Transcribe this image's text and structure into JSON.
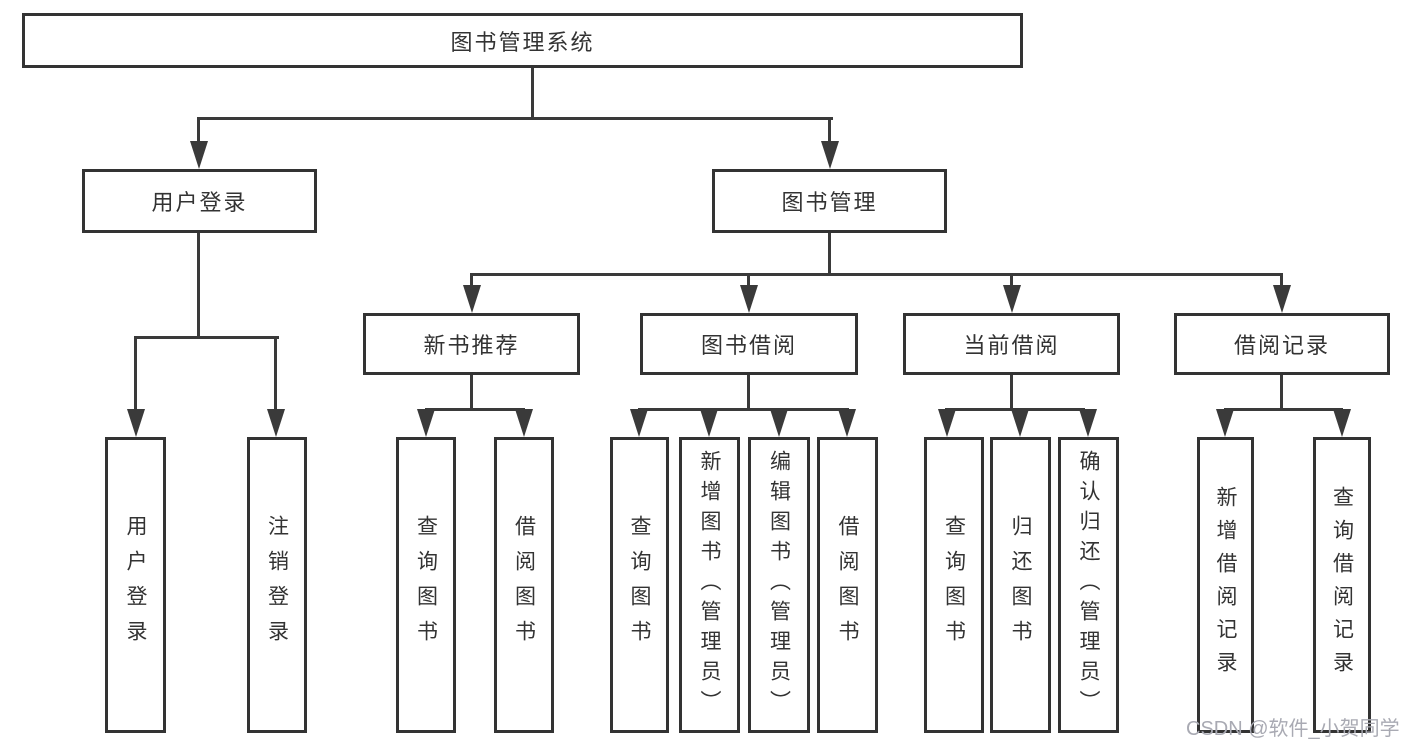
{
  "root_label": "图书管理系统",
  "level2": {
    "user_login": "用户登录",
    "book_mgmt": "图书管理"
  },
  "level3": {
    "new_books": "新书推荐",
    "borrow": "图书借阅",
    "current": "当前借阅",
    "records": "借阅记录"
  },
  "leaves": {
    "user_login": [
      "用户登录",
      "注销登录"
    ],
    "new_books": [
      "查询图书",
      "借阅图书"
    ],
    "borrow": [
      "查询图书",
      "新增图书（管理员）",
      "编辑图书（管理员）",
      "借阅图书"
    ],
    "current": [
      "查询图书",
      "归还图书",
      "确认归还（管理员）"
    ],
    "records": [
      "新增借阅记录",
      "查询借阅记录"
    ]
  },
  "watermark": "CSDN @软件_小贺同学",
  "colors": {
    "line": "#3a3a3a",
    "border": "#333333",
    "text": "#333333",
    "watermark": "#a9aab3",
    "background": "#ffffff"
  }
}
